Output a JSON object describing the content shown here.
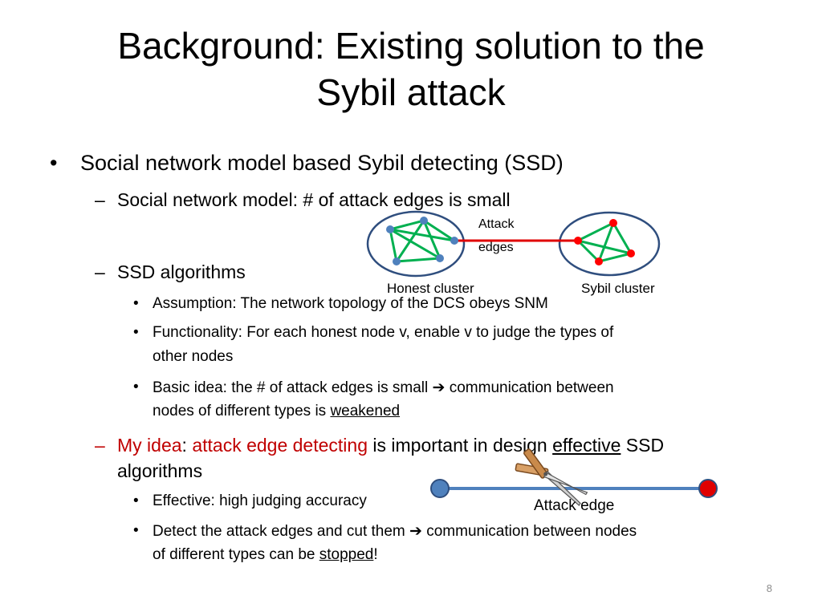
{
  "slide": {
    "title_line1": "Background: Existing solution to the",
    "title_line2": "Sybil attack",
    "page_number": "8"
  },
  "bullets": {
    "b1_marker": "•",
    "b1_text": "Social network model based Sybil detecting (SSD)",
    "b1_1_marker": "–",
    "b1_1_text": "Social network model: # of attack edges is small",
    "b1_2_marker": "–",
    "b1_2_text": "SSD algorithms",
    "b1_2_1_marker": "•",
    "b1_2_1_text": "Assumption: The network topology of the DCS obeys SNM",
    "b1_2_2_marker": "•",
    "b1_2_2_line1": "Functionality: For each honest node v, enable v to judge the types of",
    "b1_2_2_line2": "other nodes",
    "b1_2_3_marker": "•",
    "b1_2_3_pre": "Basic idea: the # of attack edges is small ",
    "b1_2_3_post": " communication between",
    "b1_2_3_line2_pre": "nodes of different types is ",
    "b1_2_3_line2_u": "weakened",
    "b1_3_marker": "–",
    "b1_3_red1": "My idea",
    "b1_3_colon": ": ",
    "b1_3_red2": "attack edge detecting",
    "b1_3_mid": " is important in design ",
    "b1_3_u": "effective",
    "b1_3_end": " SSD",
    "b1_3_line2": "algorithms",
    "b1_3_1_marker": "•",
    "b1_3_1_text": "Effective: high judging accuracy",
    "b1_3_2_marker": "•",
    "b1_3_2_pre": "Detect the attack edges and cut them ",
    "b1_3_2_post": " communication between nodes",
    "b1_3_2_line2_pre": "of different types can be ",
    "b1_3_2_line2_u": "stopped",
    "b1_3_2_line2_end": "!",
    "arrow_glyph": "➔"
  },
  "diagram": {
    "attack_label_line1": "Attack",
    "attack_label_line2": "edges",
    "honest_label": "Honest cluster",
    "sybil_label": "Sybil cluster",
    "attack_edge_label": "Attack edge",
    "colors": {
      "honest_node": "#4f81bd",
      "sybil_node": "#ff0000",
      "cluster_border": "#2f4e7e",
      "inner_edge": "#00b050",
      "attack_edge": "#e00000",
      "cut_edge": "#4f81bd"
    },
    "icons": [
      "scissors-icon"
    ]
  }
}
